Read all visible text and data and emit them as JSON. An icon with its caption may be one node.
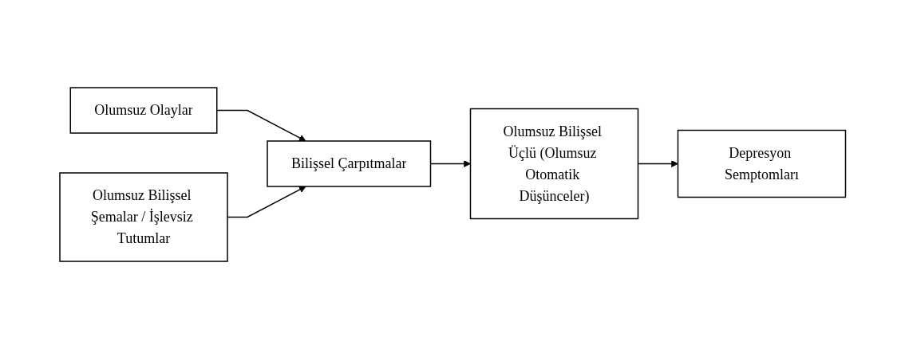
{
  "diagram": {
    "nodes": [
      {
        "text": [
          "Olumsuz Olaylar"
        ]
      },
      {
        "text": [
          "Bilişsel Çarpıtmalar"
        ]
      },
      {
        "text": [
          "Olumsuz Bilişsel Üçlü (Olumsuz Otomatik Düşünceler)"
        ]
      },
      {
        "text": [
          "Depresyon Semptomları"
        ]
      },
      {
        "text": [
          "Olumsuz Bilişsel Şemalar / İşlevsiz Tutumlar"
        ]
      }
    ],
    "edges": [
      {
        "from": 0,
        "to": 1,
        "arrow": "to"
      },
      {
        "from": 4,
        "to": 1,
        "arrow": "to"
      },
      {
        "from": 1,
        "to": 2,
        "arrow": "to"
      },
      {
        "from": 2,
        "to": 3,
        "arrow": "to"
      }
    ]
  }
}
